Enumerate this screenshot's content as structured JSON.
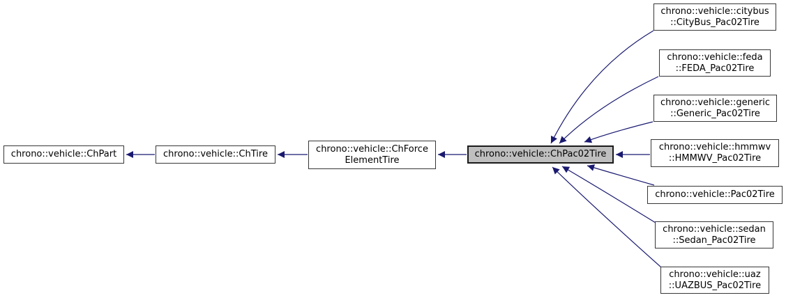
{
  "diagram": {
    "type": "class-inheritance-graph",
    "nodes": [
      {
        "id": "chpart",
        "label": "chrono::vehicle::ChPart",
        "selected": false
      },
      {
        "id": "chtire",
        "label": "chrono::vehicle::ChTire",
        "selected": false
      },
      {
        "id": "chforceelementtire",
        "label": "chrono::vehicle::ChForce\nElementTire",
        "selected": false
      },
      {
        "id": "chpac02tire",
        "label": "chrono::vehicle::ChPac02Tire",
        "selected": true
      },
      {
        "id": "citybus_pac02tire",
        "label": "chrono::vehicle::citybus\n::CityBus_Pac02Tire",
        "selected": false
      },
      {
        "id": "feda_pac02tire",
        "label": "chrono::vehicle::feda\n::FEDA_Pac02Tire",
        "selected": false
      },
      {
        "id": "generic_pac02tire",
        "label": "chrono::vehicle::generic\n::Generic_Pac02Tire",
        "selected": false
      },
      {
        "id": "hmmwv_pac02tire",
        "label": "chrono::vehicle::hmmwv\n::HMMWV_Pac02Tire",
        "selected": false
      },
      {
        "id": "pac02tire",
        "label": "chrono::vehicle::Pac02Tire",
        "selected": false
      },
      {
        "id": "sedan_pac02tire",
        "label": "chrono::vehicle::sedan\n::Sedan_Pac02Tire",
        "selected": false
      },
      {
        "id": "uaz_pac02tire",
        "label": "chrono::vehicle::uaz\n::UAZBUS_Pac02Tire",
        "selected": false
      }
    ],
    "edges": [
      {
        "from": "chtire",
        "to": "chpart"
      },
      {
        "from": "chforceelementtire",
        "to": "chtire"
      },
      {
        "from": "chpac02tire",
        "to": "chforceelementtire"
      },
      {
        "from": "citybus_pac02tire",
        "to": "chpac02tire"
      },
      {
        "from": "feda_pac02tire",
        "to": "chpac02tire"
      },
      {
        "from": "generic_pac02tire",
        "to": "chpac02tire"
      },
      {
        "from": "hmmwv_pac02tire",
        "to": "chpac02tire"
      },
      {
        "from": "pac02tire",
        "to": "chpac02tire"
      },
      {
        "from": "sedan_pac02tire",
        "to": "chpac02tire"
      },
      {
        "from": "uaz_pac02tire",
        "to": "chpac02tire"
      }
    ],
    "colors": {
      "edge": "#191970",
      "node_border": "#363636",
      "node_fill": "#ffffff",
      "selected_node_fill": "#bfbfbf",
      "text": "#000000",
      "background": "#ffffff"
    }
  }
}
